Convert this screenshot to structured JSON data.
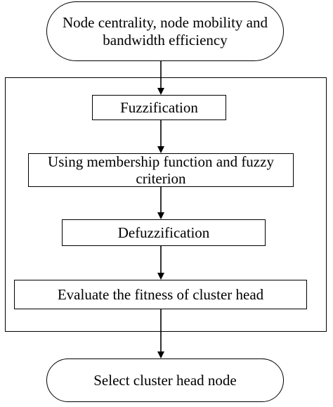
{
  "diagram": {
    "nodes": {
      "start": {
        "label": "Node centrality, node mobility and bandwidth efficiency",
        "shape": "terminal"
      },
      "fuzzification": {
        "label": "Fuzzification",
        "shape": "process"
      },
      "membership": {
        "label": "Using membership function and fuzzy criterion",
        "shape": "process"
      },
      "defuzzification": {
        "label": "Defuzzification",
        "shape": "process"
      },
      "evaluate": {
        "label": "Evaluate the fitness of cluster head",
        "shape": "process"
      },
      "end": {
        "label": "Select cluster head node",
        "shape": "terminal"
      }
    },
    "edges": [
      {
        "from": "start",
        "to": "fuzzification"
      },
      {
        "from": "fuzzification",
        "to": "membership"
      },
      {
        "from": "membership",
        "to": "defuzzification"
      },
      {
        "from": "defuzzification",
        "to": "evaluate"
      },
      {
        "from": "evaluate",
        "to": "end"
      }
    ],
    "colors": {
      "stroke": "#000000",
      "background": "#ffffff"
    }
  }
}
